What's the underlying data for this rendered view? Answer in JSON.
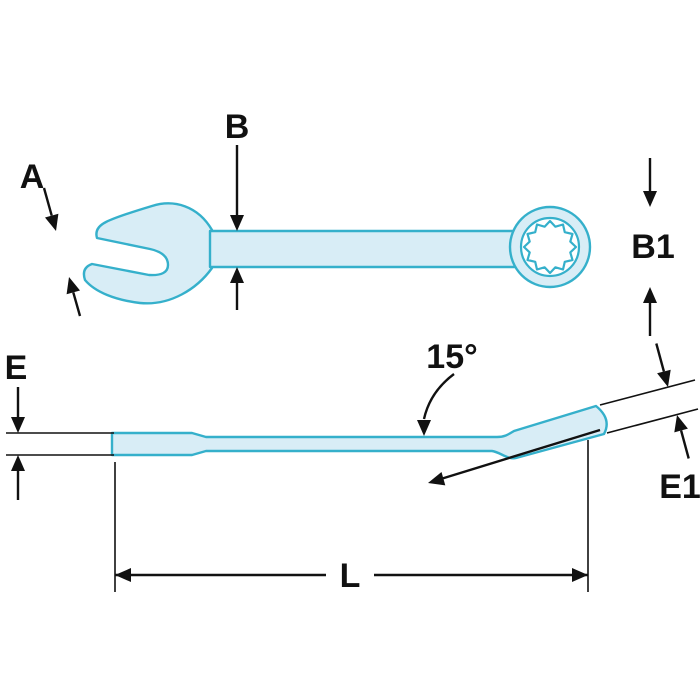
{
  "figure": {
    "description": "Combination wrench technical drawing with top view and side view"
  },
  "colors": {
    "background": "#ffffff",
    "wrench_fill": "#d8edf6",
    "wrench_stroke": "#35b0cb",
    "dimension": "#111111"
  },
  "labels": {
    "jaw_width": "A",
    "shaft_width": "B",
    "ring_diameter": "B1",
    "shaft_thickness": "E",
    "head_thickness": "E1",
    "overall_length": "L",
    "head_angle": "15°"
  }
}
